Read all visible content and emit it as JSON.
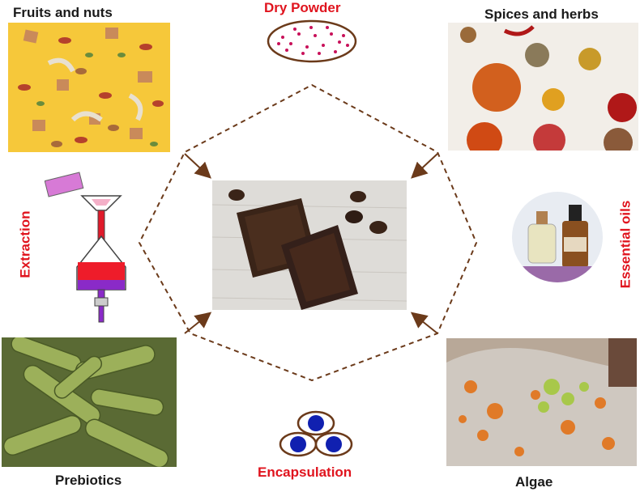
{
  "labels": {
    "fruits": "Fruits and nuts",
    "dry_powder": "Dry Powder",
    "spices": "Spices and herbs",
    "extraction": "Extraction",
    "essential_oils": "Essential oils",
    "prebiotics": "Prebiotics",
    "encapsulation": "Encapsulation",
    "algae": "Algae"
  },
  "colors": {
    "red_label": "#e0141e",
    "black_label": "#1a1a1a",
    "dashed_line": "#6b3a1a",
    "fruit_bg": "#f6c83a",
    "bacteria": "#8ea04e",
    "capsule_blue": "#1020b0",
    "powder_dot": "#c8115a"
  },
  "icons": {
    "center": "dark-chocolate-photo",
    "top_left": "fruits-nuts-photo",
    "top_right": "spices-herbs-photo",
    "middle_left": "separatory-funnel-icon",
    "middle_right": "essential-oil-bottles-photo",
    "bottom_left": "bacteria-micrograph",
    "bottom_right": "algae-lichen-rock-photo",
    "top_center": "powder-dish-icon",
    "bottom_center": "capsules-icon"
  }
}
